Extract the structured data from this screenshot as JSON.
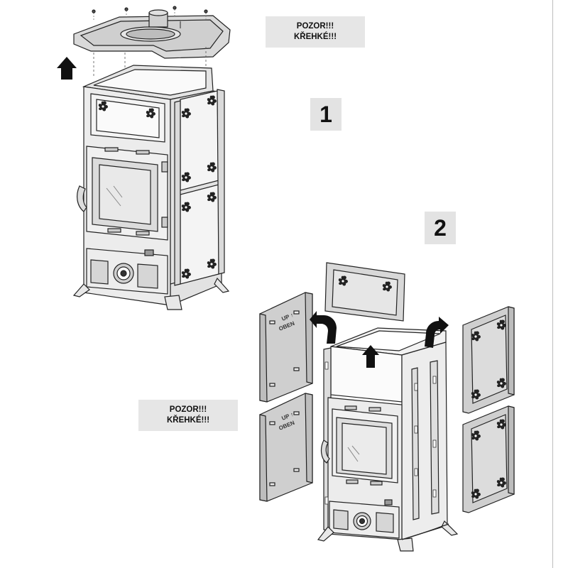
{
  "warnings": [
    {
      "line1": "POZOR!!!",
      "line2": "KŘEHKÉ!!!"
    },
    {
      "line1": "POZOR!!!",
      "line2": "KŘEHKÉ!!!"
    }
  ],
  "steps": [
    "1",
    "2"
  ],
  "panel_labels": [
    {
      "up": "UP ↑",
      "oben": "OBEN"
    },
    {
      "up": "UP ↑",
      "oben": "OBEN"
    }
  ],
  "icons": {
    "arrow": "up-arrow-icon",
    "curved_arrow": "curved-arrow-icon"
  }
}
